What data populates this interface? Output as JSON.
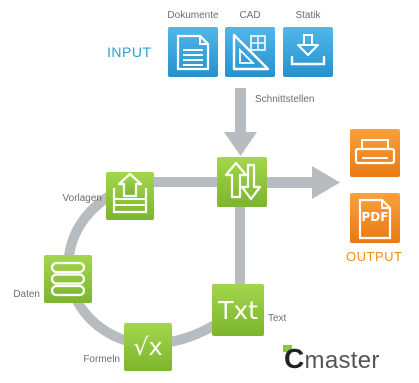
{
  "input": {
    "label": "INPUT",
    "items": [
      {
        "label": "Dokumente",
        "icon": "document-icon"
      },
      {
        "label": "CAD",
        "icon": "cad-drawing-icon"
      },
      {
        "label": "Statik",
        "icon": "structural-load-icon"
      }
    ]
  },
  "interface_label": "Schnittstellen",
  "cycle": {
    "hub_icon": "import-export-arrows-icon",
    "items": [
      {
        "label": "Vorlagen",
        "icon": "template-upload-icon"
      },
      {
        "label": "Daten",
        "icon": "database-icon"
      },
      {
        "label": "Formeln",
        "icon": "formula-sqrt-icon",
        "glyph": "√x"
      },
      {
        "label": "Text",
        "icon": "text-txt-icon",
        "glyph": "Txt"
      }
    ]
  },
  "output": {
    "label": "OUTPUT",
    "items": [
      {
        "icon": "printer-icon"
      },
      {
        "icon": "pdf-file-icon",
        "glyph": "PDF"
      }
    ]
  },
  "brand": {
    "initial": "C",
    "rest": "master"
  },
  "colors": {
    "input_blue": "#2d9fd9",
    "cycle_green": "#8cc63f",
    "output_orange": "#f08a1c",
    "connector_gray": "#b7bcc0"
  }
}
